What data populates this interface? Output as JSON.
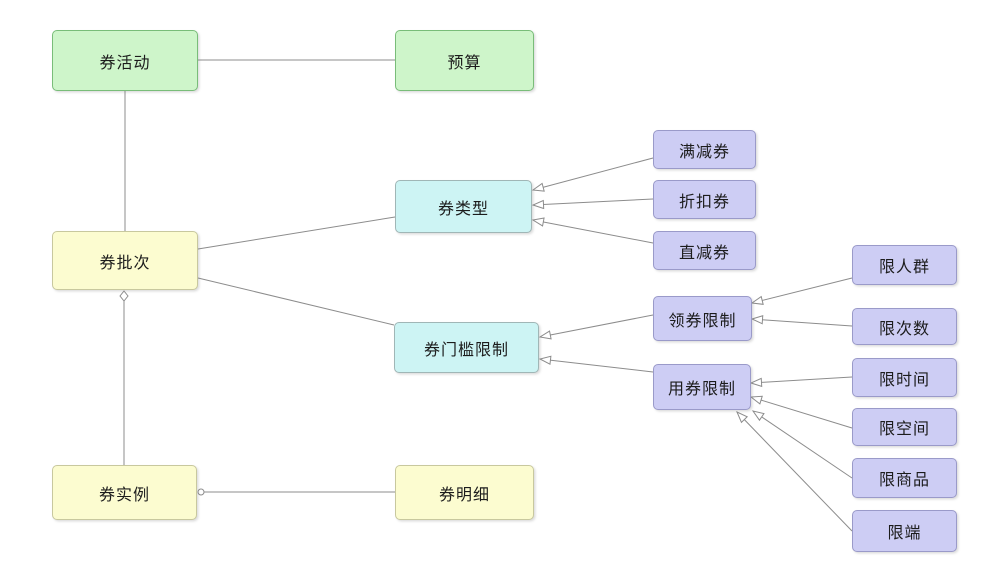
{
  "diagram": {
    "type": "uml-entity-diagram",
    "language": "zh-CN",
    "background": "#ffffff",
    "line_color": "#8c8c8c",
    "palette": {
      "green_fill": "#cef5ca",
      "green_border": "#79bd79",
      "yellow_fill": "#fcfcd0",
      "yellow_border": "#c8c89e",
      "cyan_fill": "#cdf4f4",
      "cyan_border": "#a0b6b6",
      "purple_fill": "#cdcdf4",
      "purple_border": "#9a9ac9"
    }
  },
  "nodes": [
    {
      "id": "coupon-activity",
      "label": "券活动",
      "color": "green"
    },
    {
      "id": "budget",
      "label": "预算",
      "color": "green"
    },
    {
      "id": "coupon-batch",
      "label": "券批次",
      "color": "yellow"
    },
    {
      "id": "coupon-type",
      "label": "券类型",
      "color": "cyan"
    },
    {
      "id": "full-reduction-coupon",
      "label": "满减券",
      "color": "purple"
    },
    {
      "id": "discount-coupon",
      "label": "折扣券",
      "color": "purple"
    },
    {
      "id": "direct-reduction-coupon",
      "label": "直减券",
      "color": "purple"
    },
    {
      "id": "coupon-threshold-limit",
      "label": "券门槛限制",
      "color": "cyan"
    },
    {
      "id": "claim-coupon-limit",
      "label": "领券限制",
      "color": "purple"
    },
    {
      "id": "use-coupon-limit",
      "label": "用券限制",
      "color": "purple"
    },
    {
      "id": "limit-user-group",
      "label": "限人群",
      "color": "purple"
    },
    {
      "id": "limit-times",
      "label": "限次数",
      "color": "purple"
    },
    {
      "id": "limit-time",
      "label": "限时间",
      "color": "purple"
    },
    {
      "id": "limit-space",
      "label": "限空间",
      "color": "purple"
    },
    {
      "id": "limit-product",
      "label": "限商品",
      "color": "purple"
    },
    {
      "id": "limit-channel",
      "label": "限端",
      "color": "purple"
    },
    {
      "id": "coupon-instance",
      "label": "券实例",
      "color": "yellow"
    },
    {
      "id": "coupon-detail",
      "label": "券明细",
      "color": "yellow"
    }
  ],
  "edges": [
    {
      "from": "coupon-activity",
      "to": "budget",
      "type": "association"
    },
    {
      "from": "coupon-activity",
      "to": "coupon-batch",
      "type": "association"
    },
    {
      "from": "coupon-batch",
      "to": "coupon-instance",
      "type": "aggregation"
    },
    {
      "from": "coupon-instance",
      "to": "coupon-detail",
      "type": "aggregation"
    },
    {
      "from": "coupon-batch",
      "to": "coupon-type",
      "type": "association"
    },
    {
      "from": "coupon-batch",
      "to": "coupon-threshold-limit",
      "type": "association"
    },
    {
      "from": "full-reduction-coupon",
      "to": "coupon-type",
      "type": "generalization"
    },
    {
      "from": "discount-coupon",
      "to": "coupon-type",
      "type": "generalization"
    },
    {
      "from": "direct-reduction-coupon",
      "to": "coupon-type",
      "type": "generalization"
    },
    {
      "from": "claim-coupon-limit",
      "to": "coupon-threshold-limit",
      "type": "generalization"
    },
    {
      "from": "use-coupon-limit",
      "to": "coupon-threshold-limit",
      "type": "generalization"
    },
    {
      "from": "limit-user-group",
      "to": "claim-coupon-limit",
      "type": "generalization"
    },
    {
      "from": "limit-times",
      "to": "claim-coupon-limit",
      "type": "generalization"
    },
    {
      "from": "limit-time",
      "to": "use-coupon-limit",
      "type": "generalization"
    },
    {
      "from": "limit-space",
      "to": "use-coupon-limit",
      "type": "generalization"
    },
    {
      "from": "limit-product",
      "to": "use-coupon-limit",
      "type": "generalization"
    },
    {
      "from": "limit-channel",
      "to": "use-coupon-limit",
      "type": "generalization"
    }
  ]
}
